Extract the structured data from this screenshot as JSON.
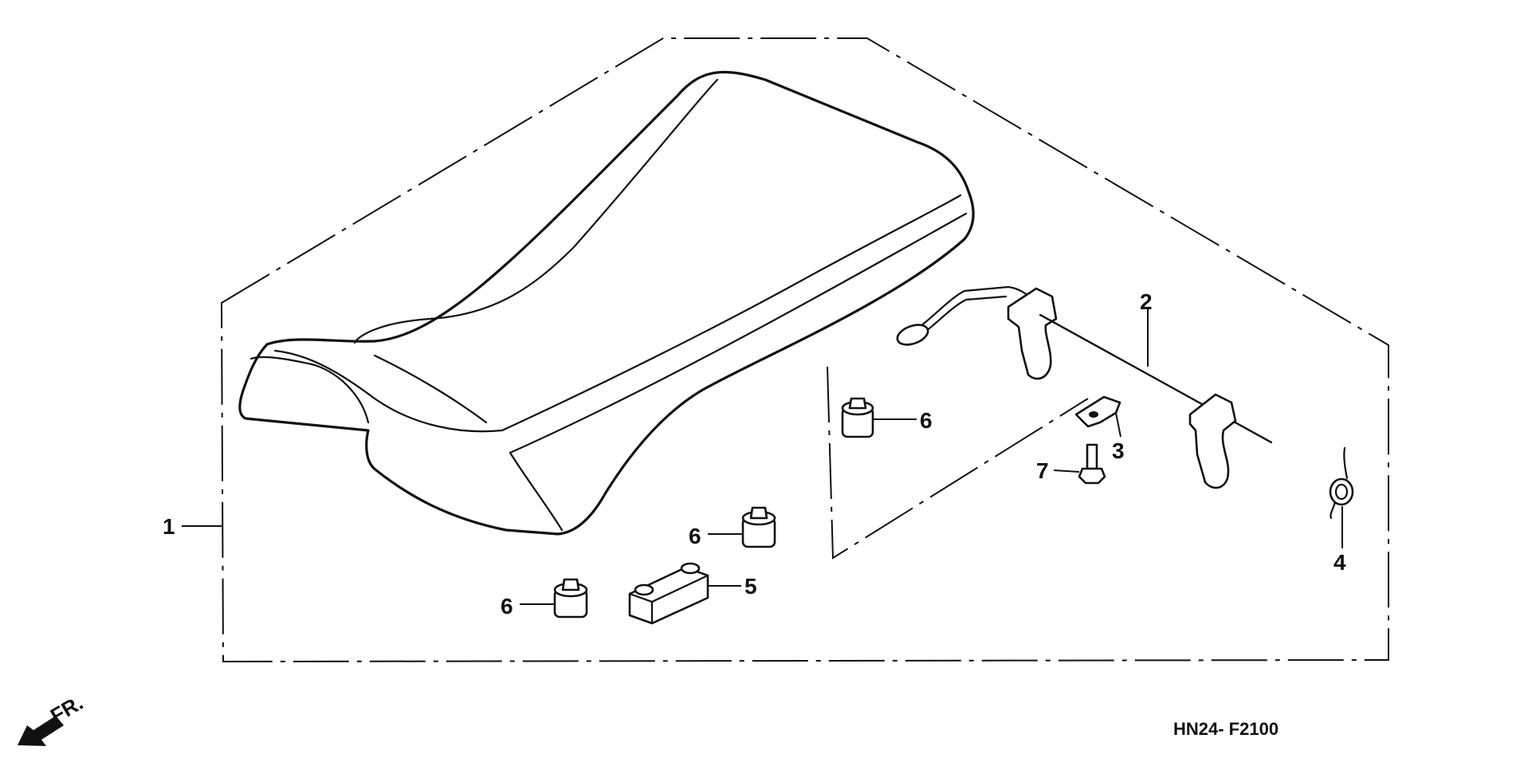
{
  "callouts": {
    "seat": "1",
    "latch_rod": "2",
    "clip": "3",
    "spring": "4",
    "bracket_rubber": "5",
    "cushion_a": "6",
    "cushion_b": "6",
    "cushion_c": "6",
    "bolt": "7"
  },
  "direction_label": "FR.",
  "diagram_code": "HN24- F2100"
}
